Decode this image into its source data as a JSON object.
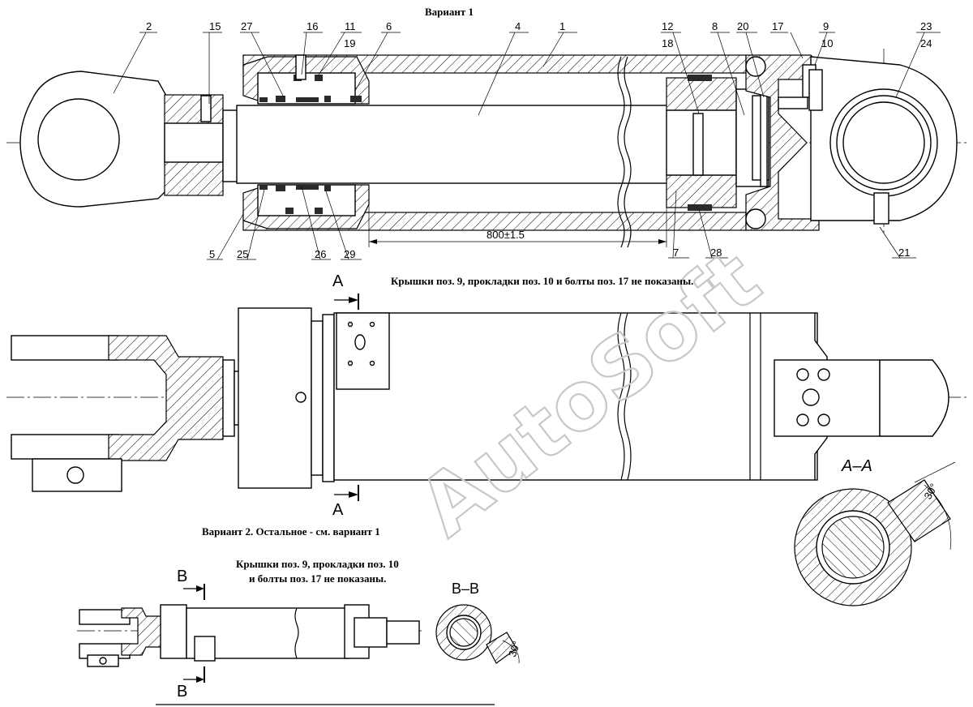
{
  "captions": {
    "variant1": "Вариант 1",
    "note_top": "Крышки поз. 9, прокладки поз. 10 и болты поз. 17 не показаны.",
    "variant2": "Вариант 2. Остальное - см. вариант 1",
    "note_bottom_line1": "Крышки поз. 9, прокладки поз. 10",
    "note_bottom_line2": "и болты поз. 17 не показаны."
  },
  "dimension": "800±1.5",
  "angle": "30°",
  "sections": {
    "aa": "А–А",
    "a_mark": "А",
    "bb": "В–В",
    "b_mark": "В"
  },
  "watermark": "AutoSoft",
  "callouts": {
    "top": [
      "2",
      "15",
      "27",
      "16",
      "11",
      "19",
      "6",
      "4",
      "1",
      "12",
      "18",
      "8",
      "20",
      "17",
      "9",
      "10",
      "23",
      "24"
    ],
    "bottom": [
      "5",
      "25",
      "26",
      "29",
      "7",
      "28",
      "21"
    ]
  }
}
